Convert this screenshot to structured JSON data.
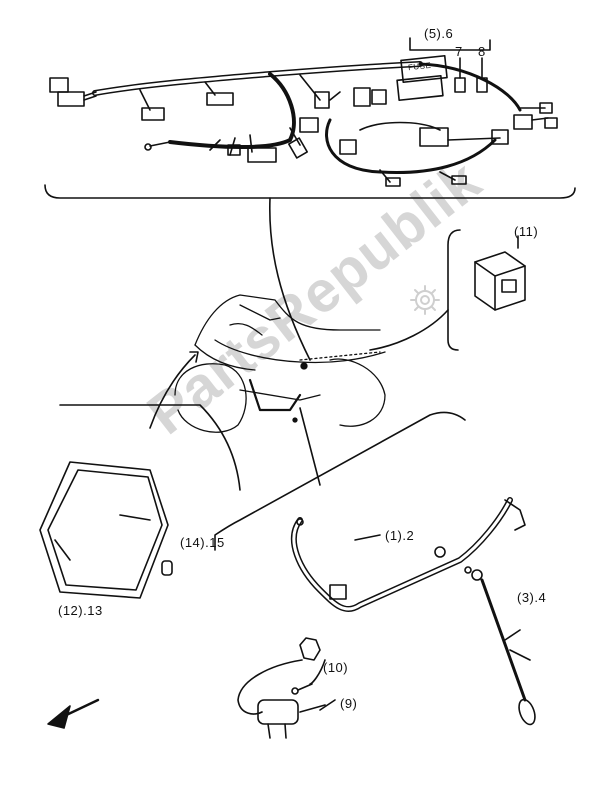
{
  "diagram": {
    "watermark": "PartsRepublik",
    "callouts": {
      "c5_6": "(5).6",
      "c7": "7",
      "c8": "8",
      "c11": "(11)",
      "c14_15": "(14).15",
      "c12_13": "(12).13",
      "c1_2": "(1).2",
      "c3_4": "(3).4",
      "c10": "(10)",
      "c9": "(9)"
    },
    "fuse_text": "FUSE"
  }
}
